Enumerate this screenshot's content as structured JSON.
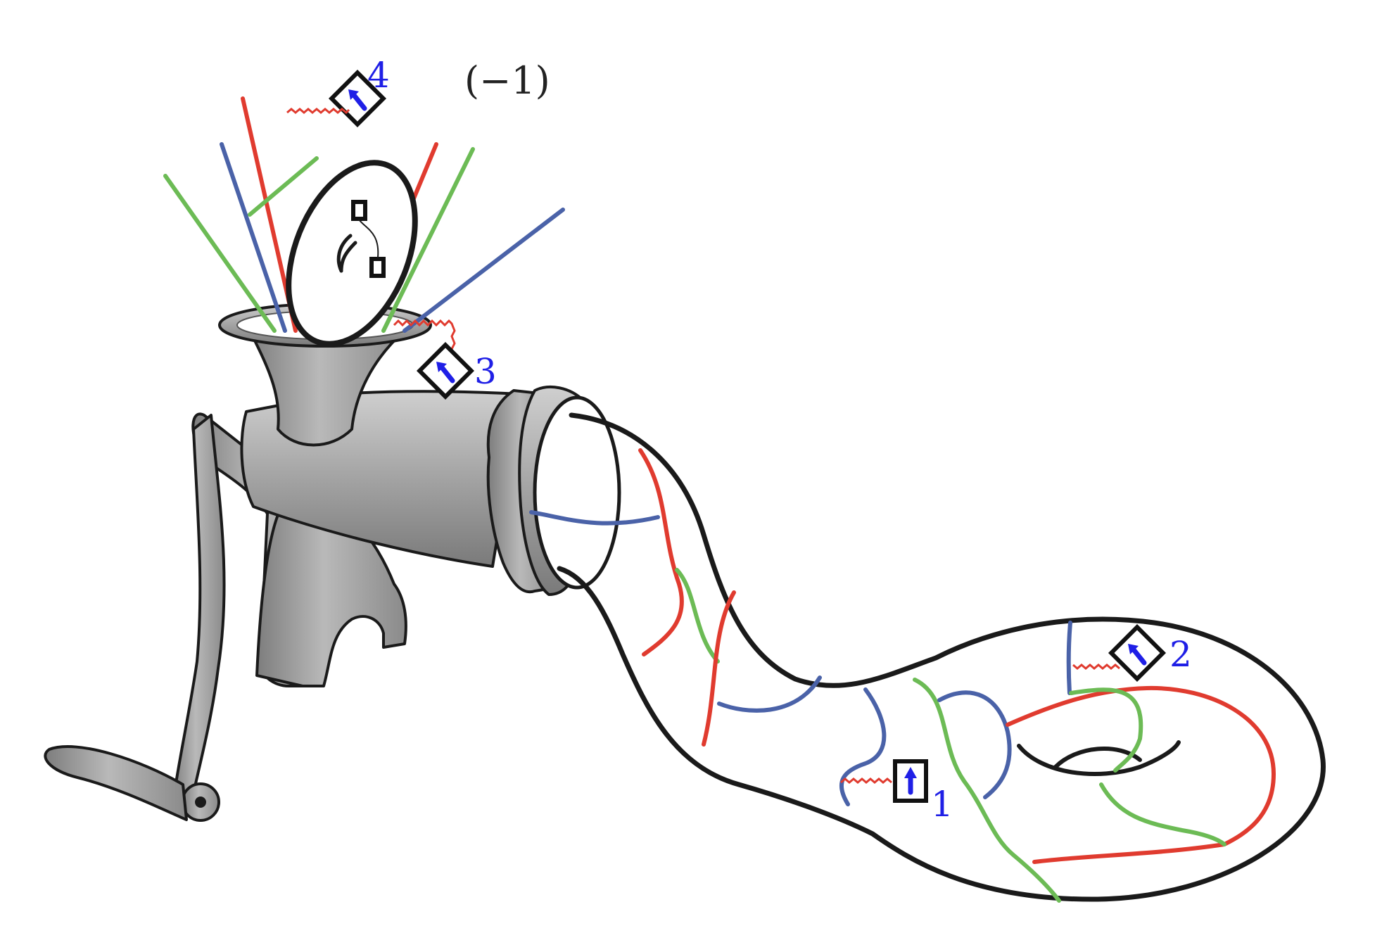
{
  "labels": {
    "sign": "(−1)",
    "n1": "1",
    "n2": "2",
    "n3": "3",
    "n4": "4"
  },
  "colors": {
    "red_strand": "#e03b2f",
    "blue_strand": "#4a62a8",
    "green_strand": "#6cbb55",
    "label_blue": "#1f1fe6",
    "outline": "#1a1a1a",
    "metal": "#9a9a9a"
  },
  "icons": {
    "meat_grinder": "meat-grinder-icon",
    "spin_box": "arrow-box-icon"
  }
}
